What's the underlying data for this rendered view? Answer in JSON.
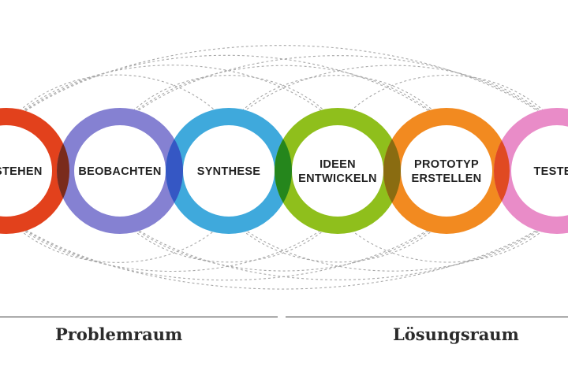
{
  "stages": [
    {
      "lines": [
        "VERSTEHEN"
      ],
      "color": "#e2411c"
    },
    {
      "lines": [
        "BEOBACHTEN"
      ],
      "color": "#8581d2"
    },
    {
      "lines": [
        "SYNTHESE"
      ],
      "color": "#3fa9dc"
    },
    {
      "lines": [
        "IDEEN",
        "ENTWICKELN"
      ],
      "color": "#8fbf1c"
    },
    {
      "lines": [
        "PROTOTYP",
        "ERSTELLEN"
      ],
      "color": "#f28a20"
    },
    {
      "lines": [
        "TESTEN"
      ],
      "color": "#e98cc8"
    }
  ],
  "overlap_colors": [
    "#7a2b1c",
    "#3557c4",
    "#25861c",
    "#8a6c11",
    "#e04a22"
  ],
  "sections": {
    "problem_space": "Problemraum",
    "solution_space": "Lösungsraum"
  },
  "connection_line_color": "#a8a8a8",
  "text_color": "#222222"
}
